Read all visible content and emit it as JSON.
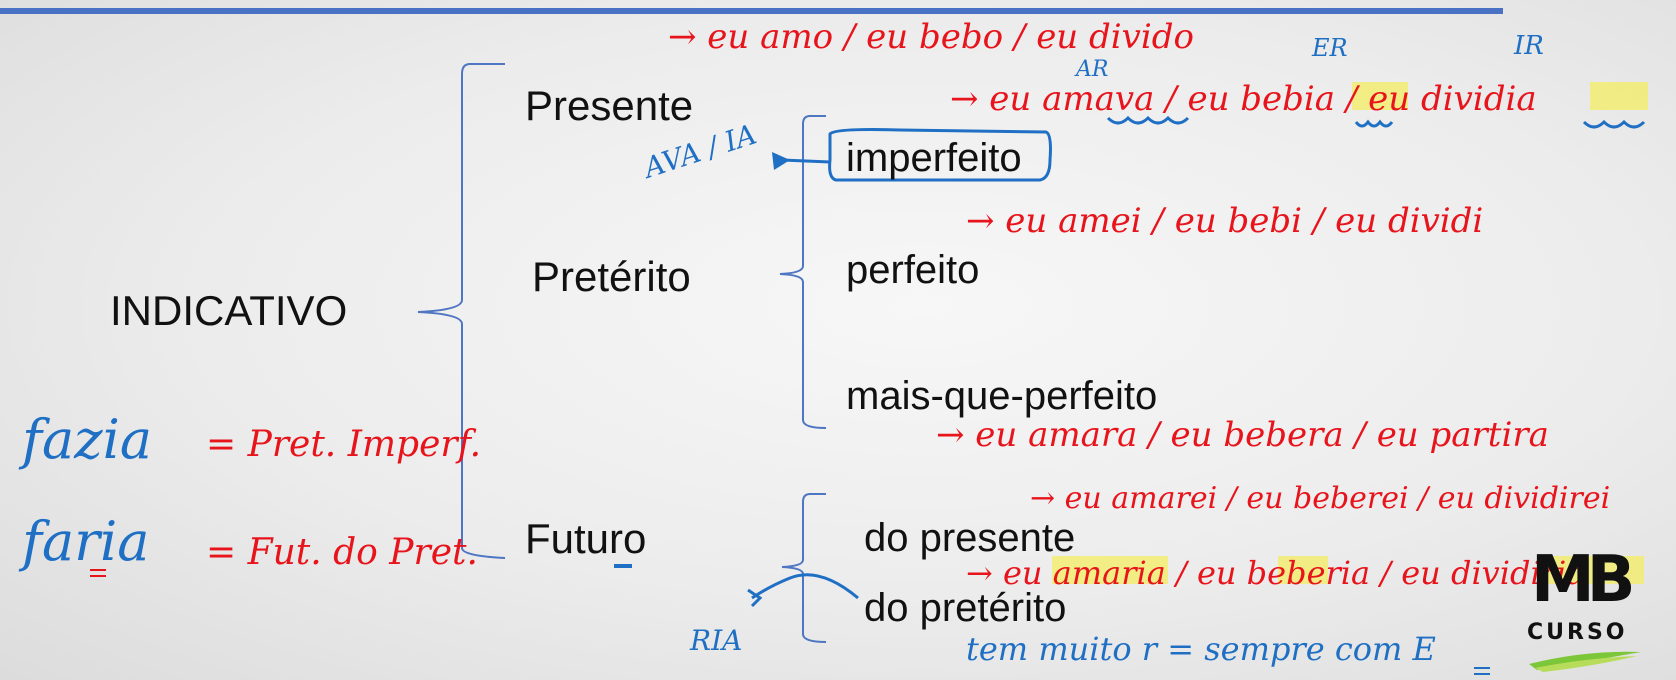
{
  "diagram": {
    "root": "INDICATIVO",
    "branches": [
      "Presente",
      "Pretérito",
      "Futuro"
    ],
    "preterito_subs": [
      "imperfeito",
      "perfeito",
      "mais-que-perfeito"
    ],
    "futuro_subs": [
      "do presente",
      "do pretérito"
    ]
  },
  "annotations": {
    "presente_example": "→ eu amo / eu bebo / eu divido",
    "ar_label": "AR",
    "er_label": "ER",
    "ir_label": "IR",
    "imperfeito_example": "→ eu amava / eu bebia / eu dividia",
    "ava_ia": "AVA / IA",
    "perfeito_example": "→ eu amei / eu bebi / eu dividi",
    "mais_que_perfeito_example": "→ eu amara / eu bebera / eu partira",
    "futuro_presente_example": "→ eu amarei / eu beberei / eu dividirei",
    "futuro_preterito_example": "→ eu amaria / eu beberia / eu dividiria",
    "ria": "RIA",
    "sempre_note": "tem muito r = sempre com E",
    "fazia_label": "fazia",
    "fazia_value": "= Pret. Imperf.",
    "faria_label": "faria",
    "faria_value": "= Fut. do Pret."
  },
  "logo": {
    "letters": "MB",
    "subtitle": "CURSO"
  },
  "colors": {
    "accent_bar": "#4a72c4",
    "ink_blue": "#1f6fc4",
    "ink_red": "#e8141c",
    "highlight": "#f3ee6a",
    "bracket": "#4f76c2"
  }
}
